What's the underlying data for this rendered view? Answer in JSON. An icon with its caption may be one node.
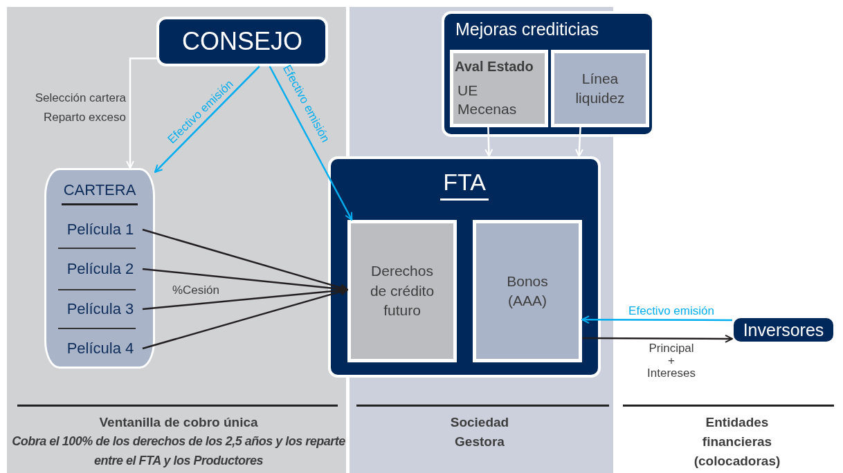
{
  "diagram": {
    "nodes": [
      {
        "text": [
          "CONSEJO"
        ]
      },
      {
        "text": [
          "CARTERA"
        ]
      },
      {
        "text": [
          "Película 1"
        ],
        "in": 1
      },
      {
        "text": [
          "Película 2"
        ],
        "in": 1
      },
      {
        "text": [
          "Película 3"
        ],
        "in": 1
      },
      {
        "text": [
          "Película 4"
        ],
        "in": 1
      },
      {
        "text": [
          "Mejoras crediticias"
        ]
      },
      {
        "text": [
          "Aval Estado",
          "UE Mecenas"
        ],
        "in": 6
      },
      {
        "text": [
          "Línea liquidez"
        ],
        "in": 6
      },
      {
        "text": [
          "FTA"
        ]
      },
      {
        "text": [
          "Derechos de crédito futuro"
        ],
        "in": 9
      },
      {
        "text": [
          "Bonos (AAA)"
        ],
        "in": 9
      },
      {
        "text": [
          "Inversores"
        ]
      }
    ],
    "edges": [
      {
        "from": 0,
        "to": 1,
        "arrow": "to",
        "label": "Selección cartera Reparto exceso",
        "color": "#ffffff"
      },
      {
        "from": 0,
        "to": 1,
        "arrow": "to",
        "label": "Efectivo emisión",
        "color": "#00aeef"
      },
      {
        "from": 0,
        "to": 10,
        "arrow": "to",
        "label": "Efectivo emisión",
        "color": "#00aeef"
      },
      {
        "from": 2,
        "to": 10,
        "arrow": "to"
      },
      {
        "from": 3,
        "to": 10,
        "arrow": "to"
      },
      {
        "from": 4,
        "to": 10,
        "arrow": "to",
        "label": "%Cesión"
      },
      {
        "from": 5,
        "to": 10,
        "arrow": "to"
      },
      {
        "from": 7,
        "to": 9,
        "arrow": "to",
        "color": "#ffffff"
      },
      {
        "from": 8,
        "to": 9,
        "arrow": "to",
        "color": "#ffffff"
      },
      {
        "from": 12,
        "to": 11,
        "arrow": "to",
        "label": "Efectivo emisión",
        "color": "#00aeef"
      },
      {
        "from": 11,
        "to": 12,
        "arrow": "to",
        "label": "Principal + Intereses"
      }
    ],
    "labels": [
      "Ventanilla de cobro única",
      "Cobra el 100% de los derechos de los 2,5 años y los reparte entre el FTA y los Productores",
      "Sociedad Gestora",
      "Entidades financieras (colocadoras)"
    ]
  }
}
